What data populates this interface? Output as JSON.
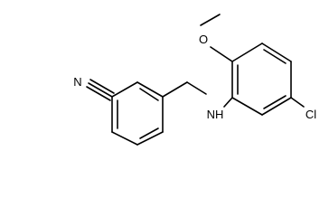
{
  "molecule": {
    "atoms": {
      "nitrile_n": "N",
      "amine_nh": "NH",
      "ether_o": "O",
      "chlorine": "Cl"
    }
  },
  "colors": {
    "background": "#ffffff",
    "bond": "#000000",
    "text": "#000000"
  }
}
